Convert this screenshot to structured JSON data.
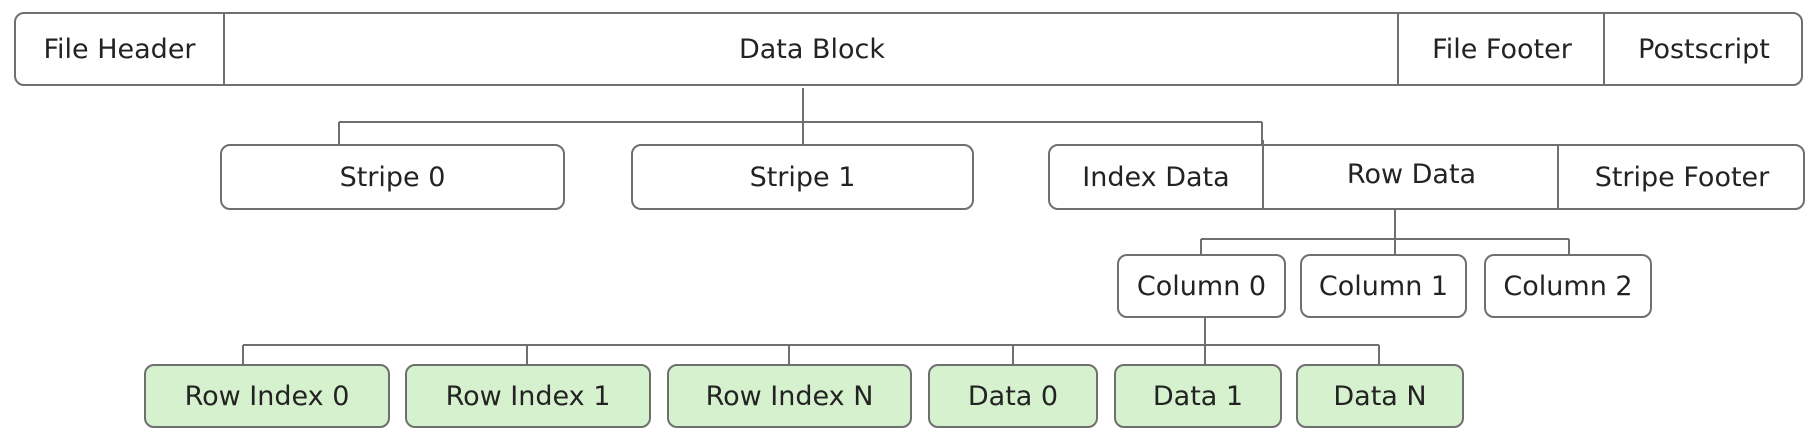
{
  "file": {
    "header": "File Header",
    "data_block": "Data Block",
    "footer": "File Footer",
    "postscript": "Postscript"
  },
  "stripes": [
    {
      "label": "Stripe 0"
    },
    {
      "label": "Stripe 1"
    }
  ],
  "stripe_detail": {
    "index_data": "Index Data",
    "row_data": "Row Data",
    "stripe_footer": "Stripe Footer"
  },
  "columns": [
    {
      "label": "Column 0"
    },
    {
      "label": "Column 1"
    },
    {
      "label": "Column 2"
    }
  ],
  "column_parts": [
    {
      "label": "Row Index 0"
    },
    {
      "label": "Row Index 1"
    },
    {
      "label": "Row Index N"
    },
    {
      "label": "Data 0"
    },
    {
      "label": "Data 1"
    },
    {
      "label": "Data N"
    }
  ],
  "colors": {
    "border": "#6f6f6f",
    "green_fill": "#d6f1ce",
    "white_fill": "#ffffff"
  }
}
